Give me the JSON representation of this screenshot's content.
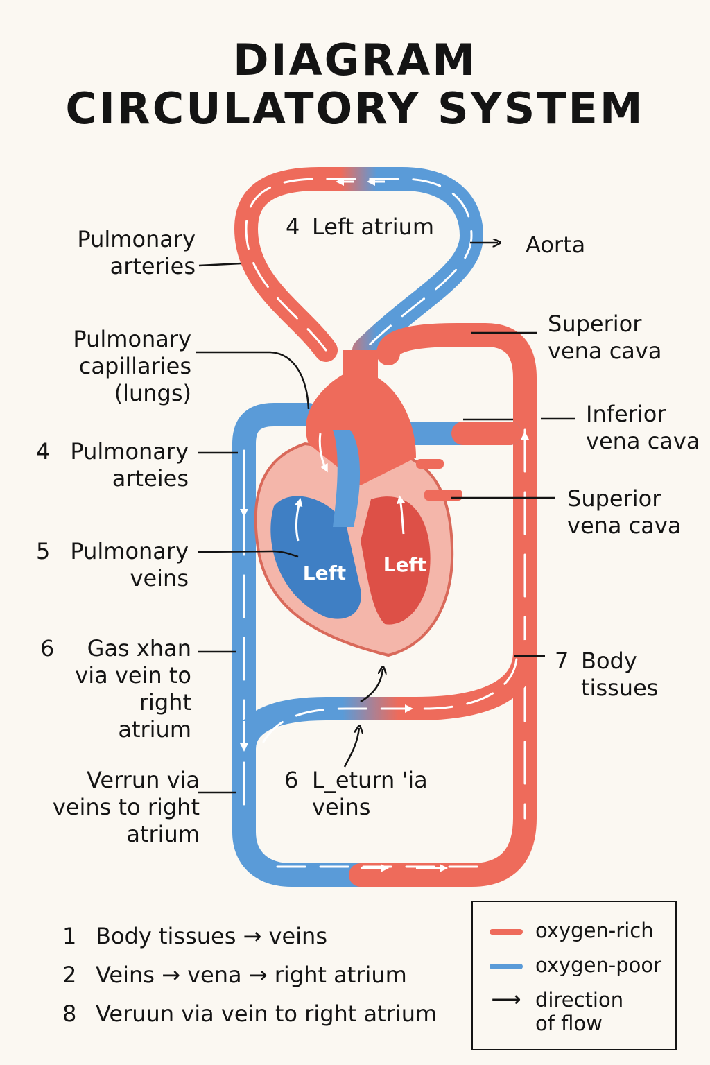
{
  "title": {
    "line1": "DIAGRAM",
    "line2": "CIRCULATORY SYSTEM"
  },
  "colors": {
    "oxygen_rich": "#ee6b5b",
    "oxygen_poor": "#5a9bd8",
    "heart_pink": "#f4b6aa",
    "ink": "#141414"
  },
  "labels": {
    "pulmonary_arteries_top": "Pulmonary\narteries",
    "pulmonary_capillaries": "Pulmonary\ncapillaries\n(lungs)",
    "pulmonary_arteies_num": "4",
    "pulmonary_arteies": "Pulmonary\narteies",
    "pulmonary_veins_num": "5",
    "pulmonary_veins": "Pulmonary\nveins",
    "gas_xhan_num": "6",
    "gas_xhan": "Gas xhan\nvia vein to\nright atrium",
    "verrun": "Verrun via\nveins to right\natrium",
    "left_atrium_num": "4",
    "left_atrium": "Left atrium",
    "aorta": "Aorta",
    "superior_vena_cava_top": "Superior\nvena cava",
    "inferior_vena_cava": "Inferior\nvena cava",
    "superior_vena_cava_mid": "Superior\nvena cava",
    "body_tissues_num": "7",
    "body_tissues": "Body\ntissues",
    "return_via_veins_num": "6",
    "return_via_veins": "L_eturn 'ia\nveins",
    "heart_left_blue": "Left",
    "heart_left_red": "Left"
  },
  "steps": [
    {
      "num": "1",
      "text": "Body tissues → veins"
    },
    {
      "num": "2",
      "text": "Veins → vena → right atrium"
    },
    {
      "num": "8",
      "text": "Veruun via vein to right atrium"
    }
  ],
  "legend": {
    "oxygen_rich": "oxygen-rich",
    "oxygen_poor": "oxygen-poor",
    "arrow_symbol": "⟶",
    "direction_of_flow": "direction\nof flow"
  }
}
